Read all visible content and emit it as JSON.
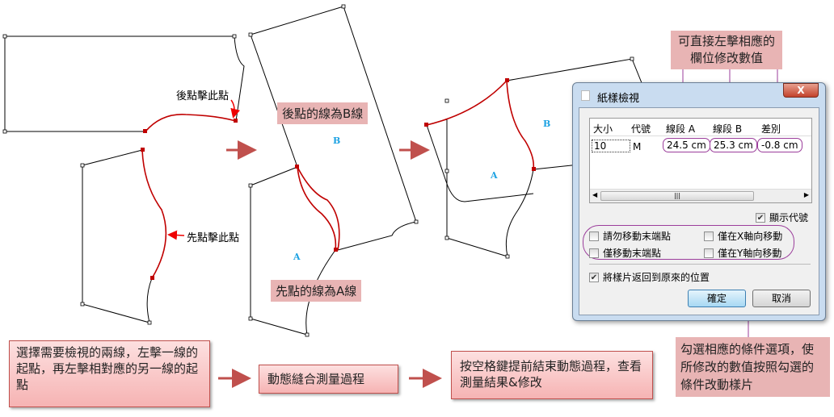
{
  "annotations": {
    "click_later": "後點擊此點",
    "click_first": "先點擊此點",
    "line_b": "後點的線為B線",
    "line_a": "先點的線為A線",
    "letter_a": "A",
    "letter_b": "B",
    "edit_fields": "可直接左擊相應的欄位修改數值",
    "check_options": "勾選相應的條件選項，使所修改的數值按照勾選的條件改動樣片"
  },
  "steps": [
    "選擇需要檢視的兩線，左擊一線的起點，再左擊相對應的另一線的起點",
    "動態縫合測量過程",
    "按空格鍵提前結束動態過程，查看測量結果&修改"
  ],
  "dialog": {
    "title": "紙樣檢視",
    "close": "X",
    "columns": [
      "大小",
      "代號",
      "線段 A",
      "線段 B",
      "差別"
    ],
    "row": {
      "size": "10",
      "code": "M",
      "seg_a": "24.5 cm",
      "seg_b": "25.3 cm",
      "diff": "-0.8 cm"
    },
    "show_code": {
      "label": "顯示代號",
      "checked": true
    },
    "options": [
      {
        "label": "請勿移動末端點",
        "checked": false
      },
      {
        "label": "僅在X軸向移動",
        "checked": false
      },
      {
        "label": "僅移動末端點",
        "checked": false
      },
      {
        "label": "僅在Y軸向移動",
        "checked": false
      }
    ],
    "return_piece": {
      "label": "將樣片返回到原來的位置",
      "checked": true
    },
    "ok": "確定",
    "cancel": "取消"
  },
  "colors": {
    "red_line": "#c00000",
    "callout_border": "#c0504d",
    "oval": "#9b3d9b"
  }
}
